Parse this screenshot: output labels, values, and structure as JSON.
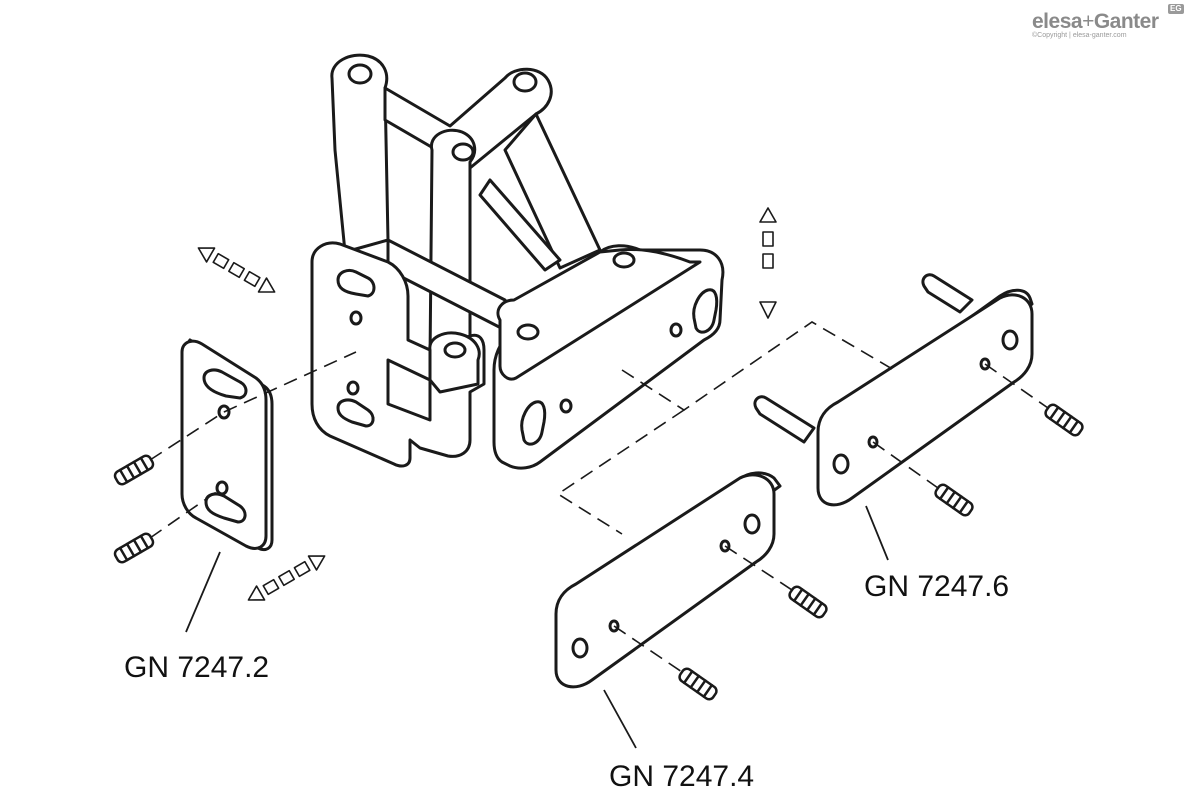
{
  "brand": {
    "name_a": "elesa",
    "name_plus": "+",
    "name_b": "Ganter",
    "badge": "EG",
    "copyright": "©Copyright | elesa-ganter.com"
  },
  "labels": {
    "part_2": "GN 7247.2",
    "part_4": "GN 7247.4",
    "part_6": "GN 7247.6"
  },
  "colors": {
    "line": "#1a1a1a",
    "fill": "#ffffff",
    "brand_gray": "#8a8a8a"
  }
}
